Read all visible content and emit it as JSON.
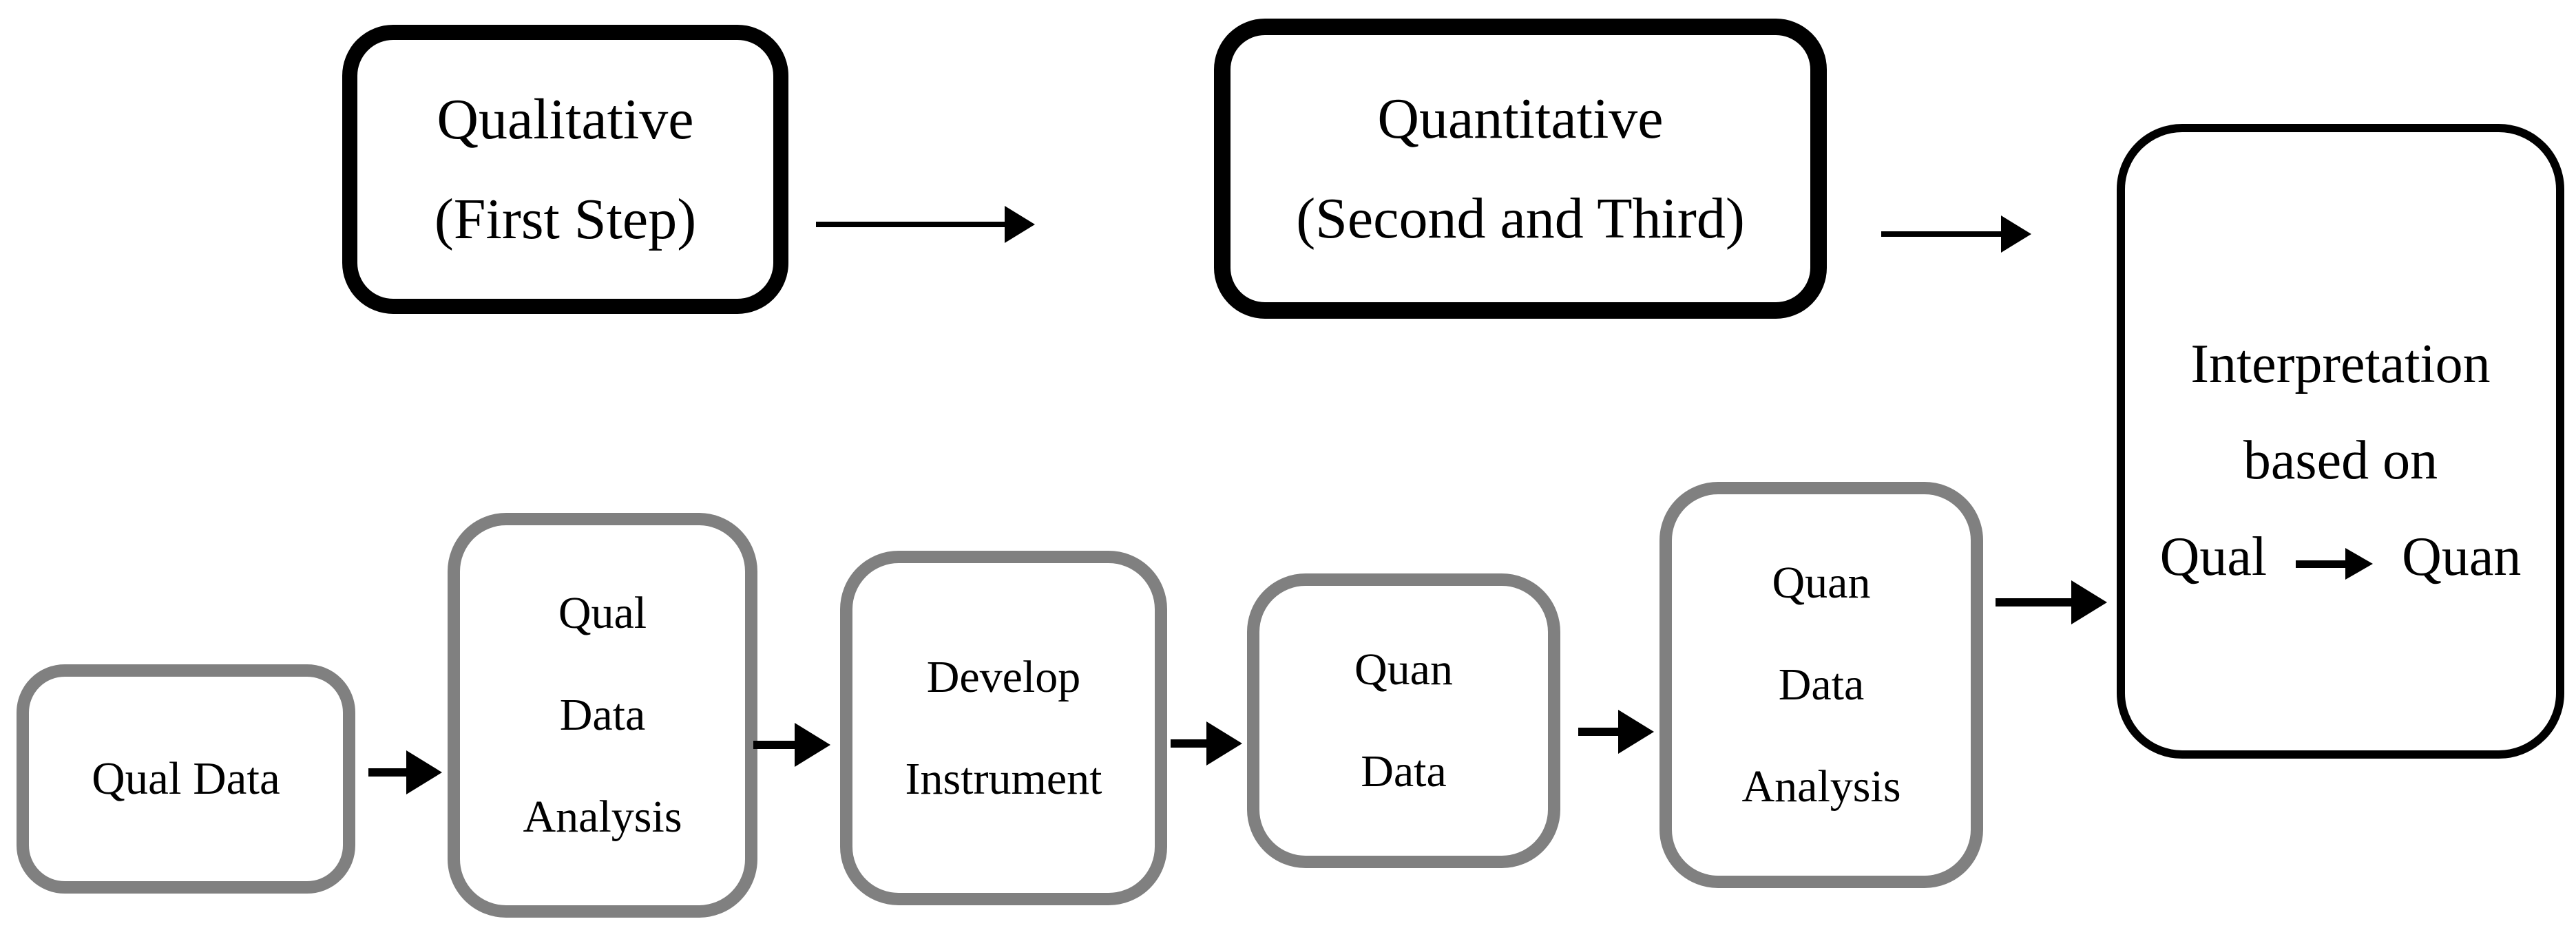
{
  "figure": {
    "description": "Exploratory sequential mixed-methods design flow diagram",
    "background": "#ffffff"
  },
  "colors": {
    "primary_box_border": "#000000",
    "secondary_box_border": "#808080",
    "text": "#000000",
    "arrow": "#000000"
  },
  "icons": {
    "flow_arrow": "right-arrow (horizontal shaft with solid triangular head)"
  },
  "nodes": {
    "qualitative": {
      "line1": "Qualitative",
      "line2": "(First Step)"
    },
    "quantitative": {
      "line1": "Quantitative",
      "line2": "(Second and Third)"
    },
    "interpretation": {
      "line1": "Interpretation",
      "line2": "based on",
      "line3_left": "Qual",
      "line3_right": "Quan"
    },
    "qual_data": {
      "line1": "Qual Data"
    },
    "qual_data_analysis": {
      "line1": "Qual",
      "line2": "Data",
      "line3": "Analysis"
    },
    "develop_instrument": {
      "line1": "Develop",
      "line2": "Instrument"
    },
    "quan_data": {
      "line1": "Quan",
      "line2": "Data"
    },
    "quan_data_analysis": {
      "line1": "Quan",
      "line2": "Data",
      "line3": "Analysis"
    }
  }
}
